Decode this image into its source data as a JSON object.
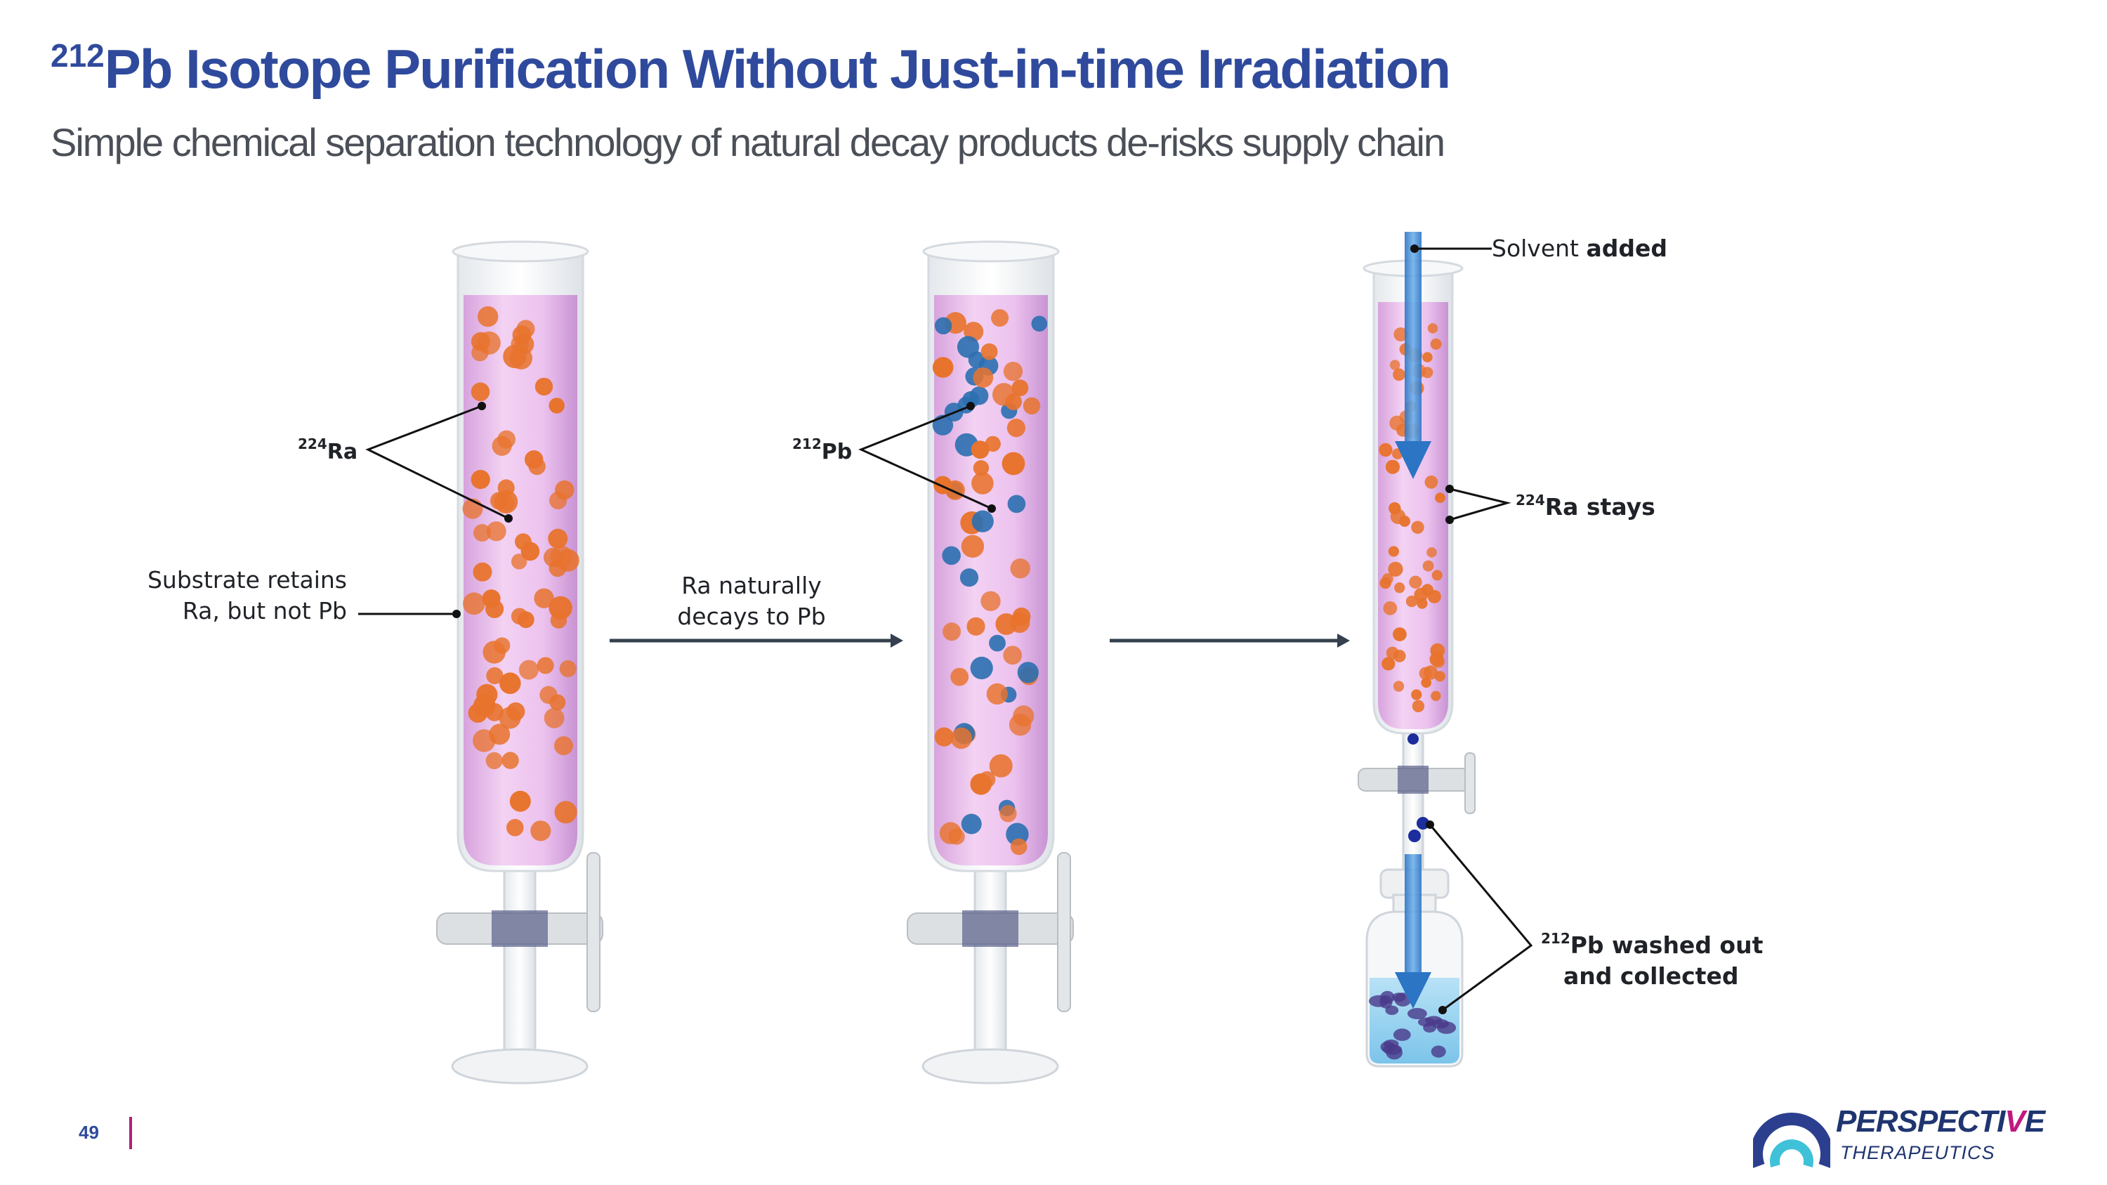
{
  "slide": {
    "title_sup": "212",
    "title_main": "Pb Isotope Purification Without Just-in-time Irradiation",
    "subtitle": "Simple chemical separation technology of natural decay products de-risks supply chain",
    "page_number": "49"
  },
  "labels": {
    "ra224_sup": "224",
    "ra224": "Ra",
    "substrate_line1": "Substrate retains",
    "substrate_line2": "Ra, but not Pb",
    "pb212_sup": "212",
    "pb212": "Pb",
    "decay_line1": "Ra naturally",
    "decay_line2": "decays to Pb",
    "solvent_a": "Solvent",
    "solvent_b": "added",
    "ra_stays_sup": "224",
    "ra_stays": "Ra stays",
    "washed_sup": "212",
    "washed_line1": "Pb washed out",
    "washed_line2": "and collected"
  },
  "logo": {
    "word_main": "PERSPECTI",
    "word_accent": "V",
    "word_end": "E",
    "sub": "THERAPEUTICS"
  },
  "colors": {
    "title": "#2f4a9c",
    "radium": "#e8732d",
    "lead": "#2b6fb0",
    "solution": "#e6b4e8",
    "collect_liquid": "#8fd0ef",
    "arrow": "#34404e",
    "logo_magenta": "#c0197e"
  }
}
